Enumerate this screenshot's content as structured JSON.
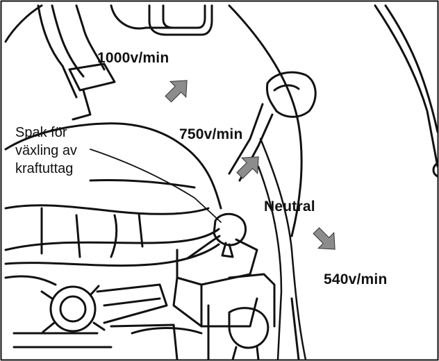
{
  "figure": {
    "labels": {
      "speed_1000": "1000v/min",
      "speed_750": "750v/min",
      "neutral": "Neutral",
      "speed_540": "540v/min"
    },
    "lever_label": {
      "line1": "Spak för",
      "line2": "växling av",
      "line3": "kraftuttag"
    },
    "colors": {
      "line": "#111111",
      "arrow_fill": "#8c8c8c",
      "background": "#ffffff"
    }
  }
}
